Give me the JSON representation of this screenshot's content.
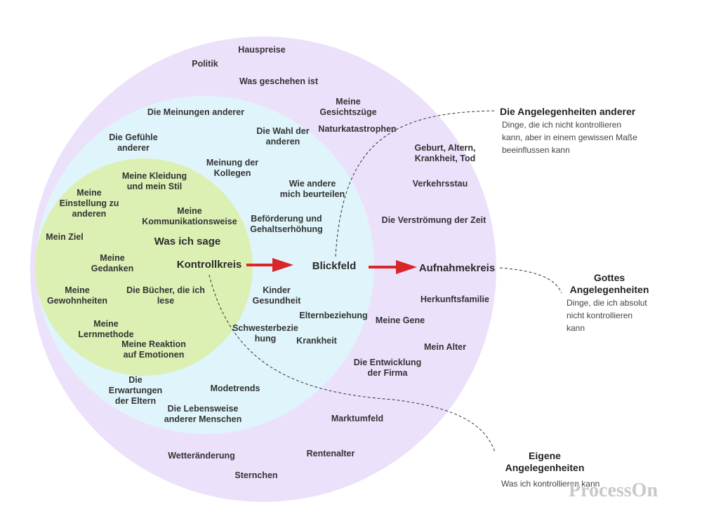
{
  "colors": {
    "outer_circle": "#ece1fb",
    "middle_circle": "#dff5fb",
    "inner_circle": "#dcf0b4",
    "arrow": "#d9262b"
  },
  "circles": {
    "control": "Kontrollkreis",
    "view": "Blickfeld",
    "reception": "Aufnahmekreis"
  },
  "inner_items": [
    [
      "Meine Kleidung",
      "und mein Stil"
    ],
    [
      "Meine",
      "Einstellung zu",
      "anderen"
    ],
    [
      "Meine",
      "Kommunikationsweise"
    ],
    [
      "Mein Ziel"
    ],
    [
      "Was ich sage"
    ],
    [
      "Meine",
      "Gedanken"
    ],
    [
      "Meine",
      "Gewohnheiten"
    ],
    [
      "Die Bücher, die ich",
      "lese"
    ],
    [
      "Meine",
      "Lernmethode"
    ],
    [
      "Meine Reaktion",
      "auf Emotionen"
    ]
  ],
  "middle_items": [
    [
      "Die Meinungen anderer"
    ],
    [
      "Die Gefühle",
      "anderer"
    ],
    [
      "Die Wahl der",
      "anderen"
    ],
    [
      "Meinung der",
      "Kollegen"
    ],
    [
      "Wie andere",
      "mich beurteilen"
    ],
    [
      "Beförderung und",
      "Gehaltserhöhung"
    ],
    [
      "Kinder",
      "Gesundheit"
    ],
    [
      "Elternbeziehung"
    ],
    [
      "Schwesterbezie",
      "hung"
    ],
    [
      "Krankheit"
    ],
    [
      "Die",
      "Erwartungen",
      "der Eltern"
    ],
    [
      "Modetrends"
    ],
    [
      "Die Lebensweise",
      "anderer Menschen"
    ]
  ],
  "outer_items": [
    [
      "Hauspreise"
    ],
    [
      "Politik"
    ],
    [
      "Was geschehen ist"
    ],
    [
      "Meine",
      "Gesichtszüge"
    ],
    [
      "Naturkatastrophen"
    ],
    [
      "Geburt, Altern,",
      "Krankheit, Tod"
    ],
    [
      "Verkehrsstau"
    ],
    [
      "Die Verströmung der Zeit"
    ],
    [
      "Herkunftsfamilie"
    ],
    [
      "Meine Gene"
    ],
    [
      "Mein Alter"
    ],
    [
      "Die Entwicklung",
      "der Firma"
    ],
    [
      "Marktumfeld"
    ],
    [
      "Rentenalter"
    ],
    [
      "Wetteränderung"
    ],
    [
      "Sternchen"
    ]
  ],
  "annotations": [
    {
      "title": [
        "Die Angelegenheiten anderer"
      ],
      "desc": [
        "Dinge, die ich nicht kontrollieren",
        "kann, aber in einem gewissen Maße",
        "beeinflussen kann"
      ]
    },
    {
      "title": [
        "Gottes",
        "Angelegenheiten"
      ],
      "desc": [
        "Dinge, die ich absolut",
        "nicht kontrollieren",
        "kann"
      ]
    },
    {
      "title": [
        "Eigene",
        "Angelegenheiten"
      ],
      "desc": [
        "Was ich kontrollieren kann"
      ]
    }
  ],
  "watermark": "ProcessOn"
}
